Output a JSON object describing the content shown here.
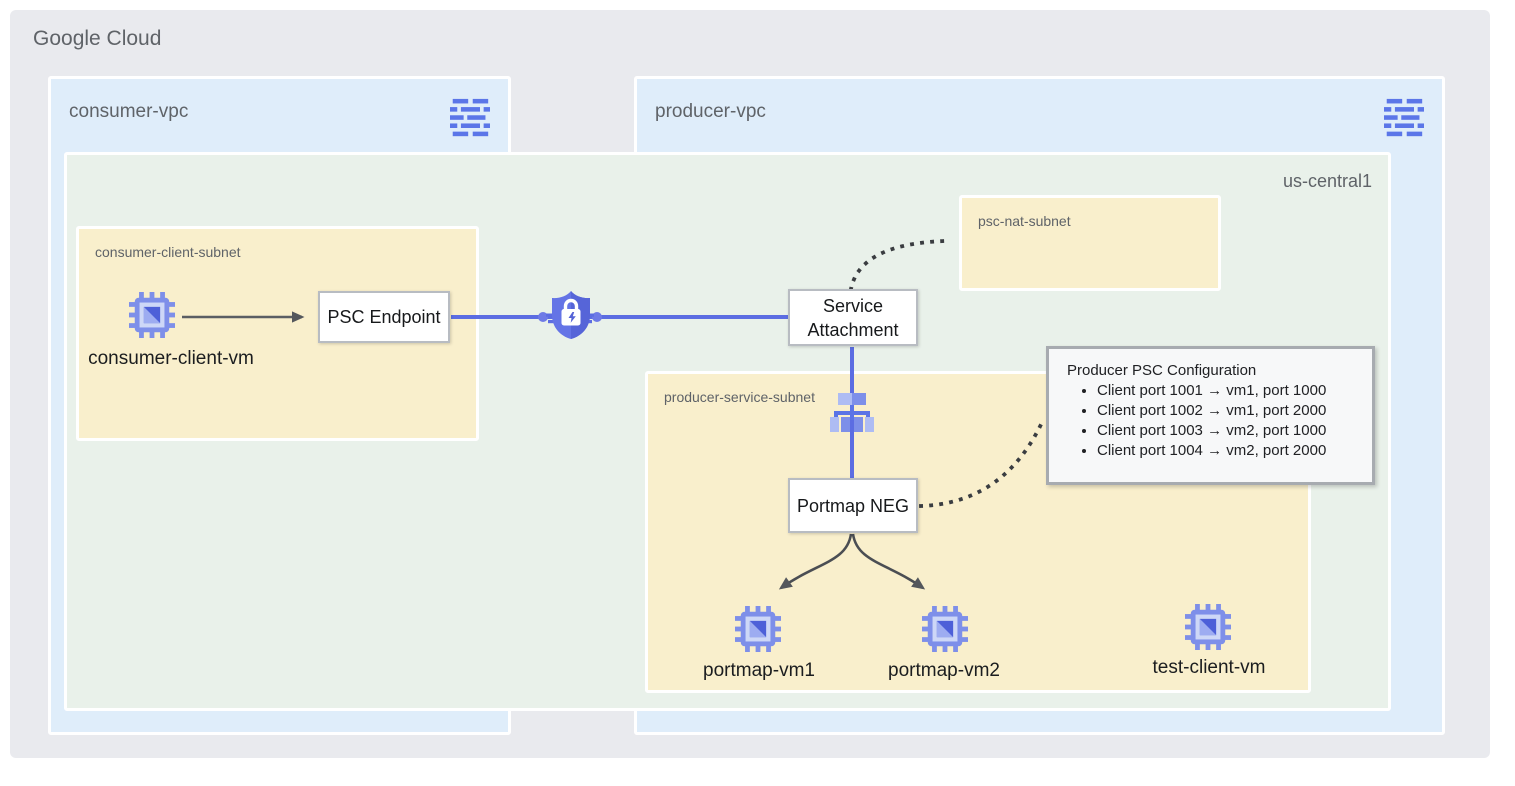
{
  "header": {
    "title": "Google Cloud"
  },
  "consumer_vpc": {
    "label": "consumer-vpc"
  },
  "producer_vpc": {
    "label": "producer-vpc"
  },
  "region": {
    "label": "us-central1"
  },
  "subnets": {
    "consumer_client": {
      "label": "consumer-client-subnet"
    },
    "psc_nat": {
      "label": "psc-nat-subnet"
    },
    "producer_service": {
      "label": "producer-service-subnet"
    }
  },
  "nodes": {
    "consumer_client_vm": {
      "label": "consumer-client-vm"
    },
    "psc_endpoint": {
      "label": "PSC Endpoint"
    },
    "service_attachment": {
      "label": "Service Attachment"
    },
    "portmap_neg": {
      "label": "Portmap NEG"
    },
    "portmap_vm1": {
      "label": "portmap-vm1"
    },
    "portmap_vm2": {
      "label": "portmap-vm2"
    },
    "test_client_vm": {
      "label": "test-client-vm"
    }
  },
  "config_note": {
    "title": "Producer PSC Configuration",
    "items": [
      "Client port 1001 → vm1, port 1000",
      "Client port 1002 → vm1, port 2000",
      "Client port 1003 → vm2, port 1000",
      "Client port 1004 → vm2, port 2000"
    ]
  },
  "colors": {
    "gcp_background": "#e9eaee",
    "vpc_fill": "#dfedfa",
    "region_fill": "#e9f1ea",
    "subnet_fill": "#f9efcc",
    "connector_blue": "#5c6de2",
    "connector_dark": "#54575c",
    "icon_blue": "#7e8fe9",
    "icon_blue_dark": "#4d60d8",
    "text_muted": "#5f6368"
  }
}
